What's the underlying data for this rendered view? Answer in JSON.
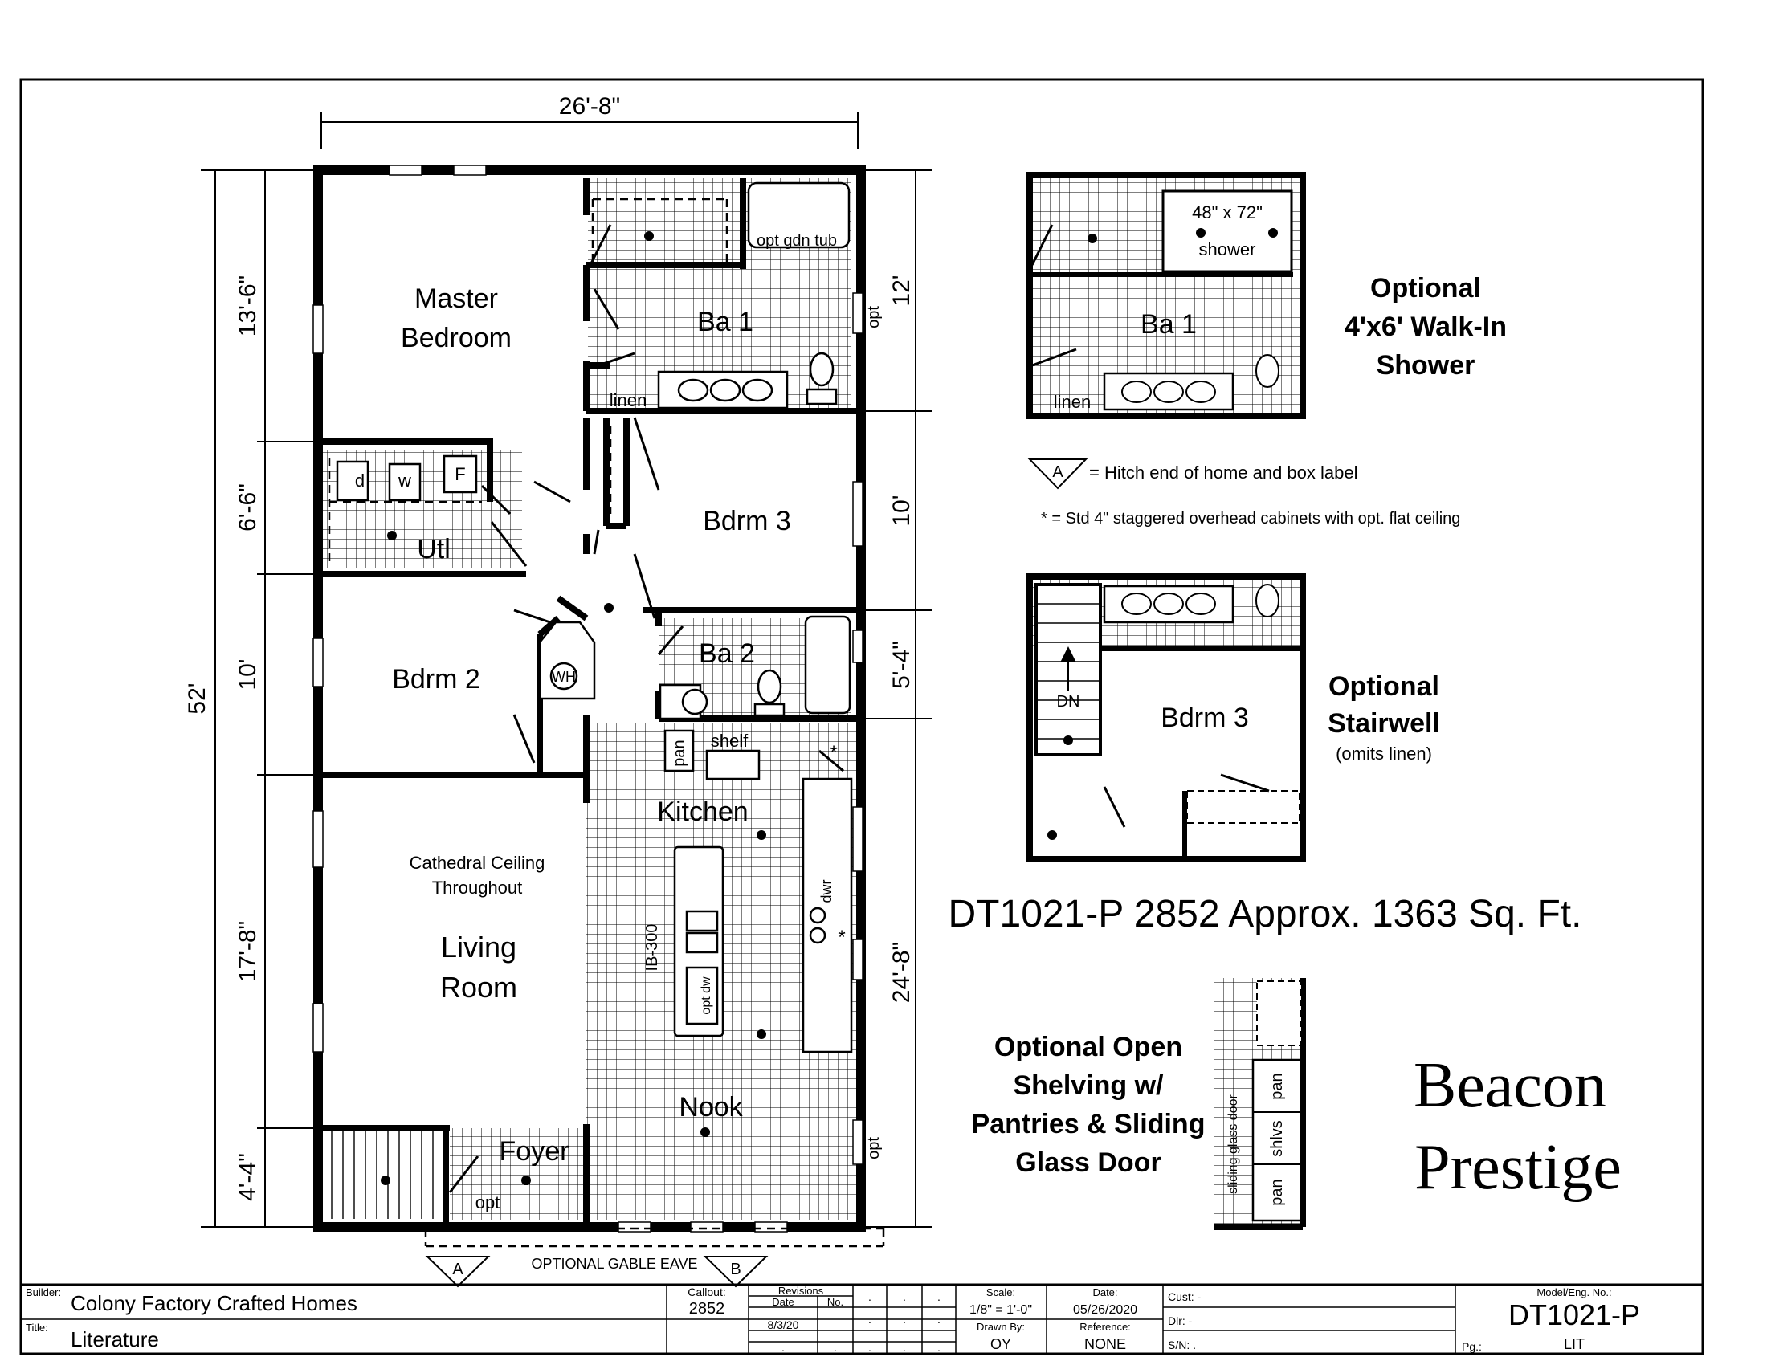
{
  "dimensions": {
    "overall_width": "26'-8\"",
    "overall_length": "52'",
    "left_1": "13'-6\"",
    "left_2": "6'-6\"",
    "left_3": "10'",
    "left_4": "17'-8\"",
    "left_5": "4'-4\"",
    "right_1": "12'",
    "right_2": "10'",
    "right_3": "5'-4\"",
    "right_4": "24'-8\""
  },
  "rooms": {
    "master_1": "Master",
    "master_2": "Bedroom",
    "ba1": "Ba 1",
    "opt_gdn_tub": "opt gdn tub",
    "linen": "linen",
    "opt": "opt",
    "bdrm3": "Bdrm 3",
    "bdrm2": "Bdrm 2",
    "wh": "WH",
    "ba2": "Ba 2",
    "utl": "Utl",
    "d": "d",
    "w": "w",
    "f": "F",
    "pan": "pan",
    "shelf": "shelf",
    "star": "*",
    "kitchen": "Kitchen",
    "ceiling_1": "Cathedral Ceiling",
    "ceiling_2": "Throughout",
    "living_1": "Living",
    "living_2": "Room",
    "ib300": "IB-300",
    "opt_dw": "opt dw",
    "dwr": "dwr",
    "nook": "Nook",
    "foyer": "Foyer",
    "gable": "OPTIONAL GABLE EAVE",
    "hitch_a": "A",
    "hitch_b": "B"
  },
  "options": {
    "shower_title_1": "Optional",
    "shower_title_2": "4'x6' Walk-In",
    "shower_title_3": "Shower",
    "shower_size": "48\" x 72\"",
    "shower_word": "shower",
    "stair_title_1": "Optional",
    "stair_title_2": "Stairwell",
    "stair_note": "(omits linen)",
    "dn": "DN",
    "shelving_1": "Optional Open",
    "shelving_2": "Shelving w/",
    "shelving_3": "Pantries & Sliding",
    "shelving_4": "Glass Door",
    "sliding_glass_door": "sliding glass door",
    "shlvs": "shlvs"
  },
  "legend": {
    "hitch_symbol": "A",
    "hitch_text": "= Hitch end of home and box label",
    "cabinet_note": "* = Std 4\" staggered overhead cabinets with opt. flat ceiling"
  },
  "model_line": "DT1021-P 2852  Approx. 1363 Sq. Ft.",
  "brand_1": "Beacon",
  "brand_2": "Prestige",
  "title_block": {
    "builder_label": "Builder:",
    "builder": "Colony Factory Crafted Homes",
    "title_label": "Title:",
    "title": "Literature",
    "callout_label": "Callout:",
    "callout": "2852",
    "revisions_label": "Revisions",
    "date_col": "Date",
    "no_col": "No.",
    "rev_date": "8/3/20",
    "dot": ".",
    "scale_label": "Scale:",
    "scale": "1/8\" = 1'-0\"",
    "date_label": "Date:",
    "date": "05/26/2020",
    "drawn_label": "Drawn By:",
    "drawn": "OY",
    "reference_label": "Reference:",
    "reference": "NONE",
    "cust": "Cust: -",
    "dlr": "Dlr:   -",
    "sn": "S/N:  .",
    "model_label": "Model/Eng. No.:",
    "model": "DT1021-P",
    "pg_label": "Pg.:",
    "pg": "LIT"
  }
}
